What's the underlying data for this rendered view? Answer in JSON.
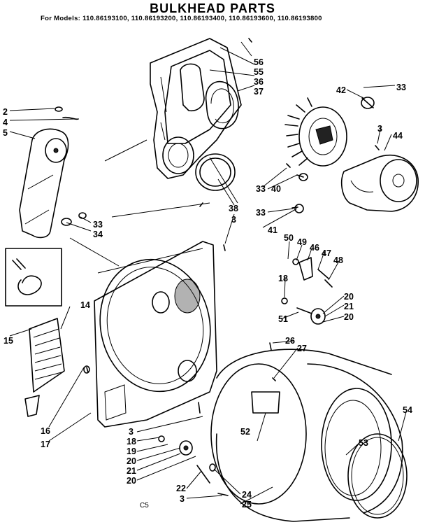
{
  "header": {
    "title": "BULKHEAD PARTS",
    "models": "For Models: 110.86193100, 110.86193200, 110.86193400, 110.86193600, 110.86193800"
  },
  "footer_code": "C5",
  "callouts": [
    "56",
    "55",
    "36",
    "37",
    "33",
    "42",
    "3",
    "44",
    "2",
    "4",
    "5",
    "33",
    "34",
    "38",
    "3",
    "33",
    "40",
    "33",
    "41",
    "50",
    "49",
    "46",
    "47",
    "48",
    "18",
    "20",
    "21",
    "20",
    "51",
    "14",
    "15",
    "26",
    "27",
    "16",
    "17",
    "3",
    "18",
    "19",
    "20",
    "21",
    "20",
    "22",
    "3",
    "24",
    "25",
    "52",
    "53",
    "54"
  ]
}
